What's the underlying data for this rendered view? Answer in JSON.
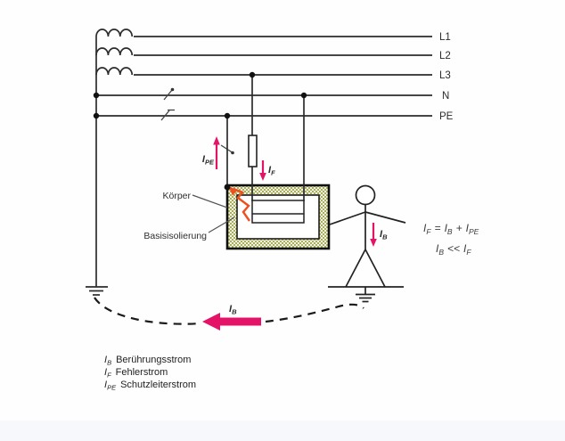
{
  "conductors": {
    "l1": "L1",
    "l2": "L2",
    "l3": "L3",
    "n": "N",
    "pe": "PE"
  },
  "currents": {
    "ipe": {
      "symbol": "I",
      "sub": "PE"
    },
    "if": {
      "symbol": "I",
      "sub": "F"
    },
    "ib": {
      "symbol": "I",
      "sub": "B"
    }
  },
  "device": {
    "body_label": "Körper",
    "insulation_label": "Basisisolierung"
  },
  "formulas": {
    "sum": {
      "t1": "I",
      "s1": "F",
      "op1": "=",
      "t2": "I",
      "s2": "B",
      "op2": "+",
      "t3": "I",
      "s3": "PE"
    },
    "compare": {
      "t1": "I",
      "s1": "B",
      "op1": "<<",
      "t2": "I",
      "s2": "F"
    }
  },
  "legend": [
    {
      "symbol": "I",
      "sub": "B",
      "label": "Berührungsstrom"
    },
    {
      "symbol": "I",
      "sub": "F",
      "label": "Fehlerstrom"
    },
    {
      "symbol": "I",
      "sub": "PE",
      "label": "Schutzleiterstrom"
    }
  ],
  "colors": {
    "magenta": "#e51368",
    "bolt": "#ed4f1f",
    "line": "#2c2c2c",
    "bottom_strip": "#f6f8fb"
  }
}
